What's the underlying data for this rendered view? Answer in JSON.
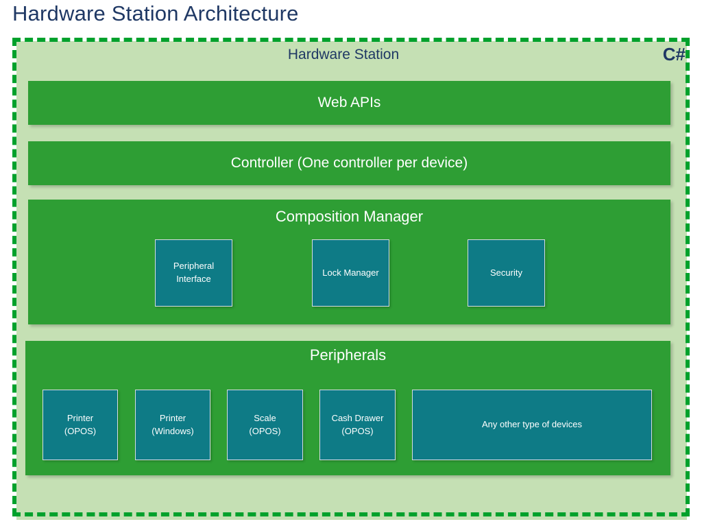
{
  "slide": {
    "title": "Hardware Station Architecture"
  },
  "container": {
    "label": "Hardware Station",
    "language_badge": "C#",
    "border_color": "#00A12C",
    "fill_color": "#C5E0B4",
    "label_color": "#1F3864"
  },
  "colors": {
    "panel_green": "#2E9E34",
    "sub_box_teal": "#0E7B86",
    "title_navy": "#1F3864",
    "panel_text": "#FFFFFF"
  },
  "layers": [
    {
      "id": "webapis",
      "title": "Web APIs",
      "children": []
    },
    {
      "id": "controller",
      "title": "Controller (One controller per device)",
      "children": []
    },
    {
      "id": "composition",
      "title": "Composition Manager",
      "children": [
        {
          "line1": "Peripheral",
          "line2": "Interface"
        },
        {
          "line1": "Lock Manager",
          "line2": ""
        },
        {
          "line1": "Security",
          "line2": ""
        }
      ]
    },
    {
      "id": "peripherals",
      "title": "Peripherals",
      "children": [
        {
          "line1": "Printer",
          "line2": "(OPOS)"
        },
        {
          "line1": "Printer",
          "line2": "(Windows)"
        },
        {
          "line1": "Scale",
          "line2": "(OPOS)"
        },
        {
          "line1": "Cash Drawer",
          "line2": "(OPOS)"
        },
        {
          "line1": "Any other type of devices",
          "line2": ""
        }
      ]
    }
  ]
}
